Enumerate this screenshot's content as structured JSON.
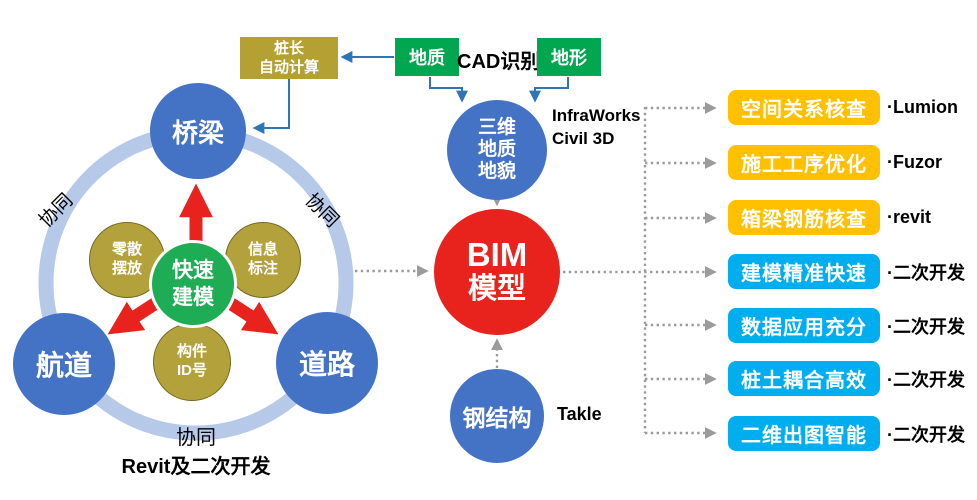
{
  "colors": {
    "node_blue": "#4472C4",
    "ring_blue": "#B7C9E9",
    "gold": "#B3A13C",
    "gold_box": "#B5A033",
    "green_circle": "#1EAC54",
    "green_box": "#00A650",
    "red": "#E8231D",
    "output_yellow": "#FFC000",
    "output_blue": "#00AEEF",
    "connector_blue": "#2E75B6",
    "connector_gray": "#9B9B9B"
  },
  "top_flow": {
    "pile_box": {
      "line1": "桩长",
      "line2": "自动计算"
    },
    "geology_label": "地质",
    "cad_label": "CAD识别",
    "terrain_label": "地形"
  },
  "cycle": {
    "ring_labels": {
      "left": "协同",
      "right": "协同",
      "bottom": "协同"
    },
    "caption": "Revit及二次开发",
    "nodes": {
      "top": "桥梁",
      "left": "航道",
      "right": "道路"
    },
    "center": {
      "line1": "快速",
      "line2": "建模"
    },
    "satellites": [
      {
        "line1": "零散",
        "line2": "摆放"
      },
      {
        "line1": "信息",
        "line2": "标注"
      },
      {
        "line1": "构件",
        "line2": "ID号"
      }
    ]
  },
  "middle": {
    "terrain_circle": {
      "line1": "三维",
      "line2": "地质",
      "line3": "地貌"
    },
    "terrain_tools": {
      "line1": "InfraWorks",
      "line2": "Civil 3D"
    },
    "bim_circle": {
      "line1": "BIM",
      "line2": "模型"
    },
    "steel_circle": "钢结构",
    "steel_tool": "Takle"
  },
  "outputs": [
    {
      "label": "空间关系核查",
      "tool": "·Lumion",
      "style": "yellow"
    },
    {
      "label": "施工工序优化",
      "tool": "·Fuzor",
      "style": "yellow"
    },
    {
      "label": "箱梁钢筋核查",
      "tool": "·revit",
      "style": "yellow"
    },
    {
      "label": "建模精准快速",
      "tool": "·二次开发",
      "style": "blue"
    },
    {
      "label": "数据应用充分",
      "tool": "·二次开发",
      "style": "blue"
    },
    {
      "label": "桩土耦合高效",
      "tool": "·二次开发",
      "style": "blue"
    },
    {
      "label": "二维出图智能",
      "tool": "·二次开发",
      "style": "blue"
    }
  ]
}
